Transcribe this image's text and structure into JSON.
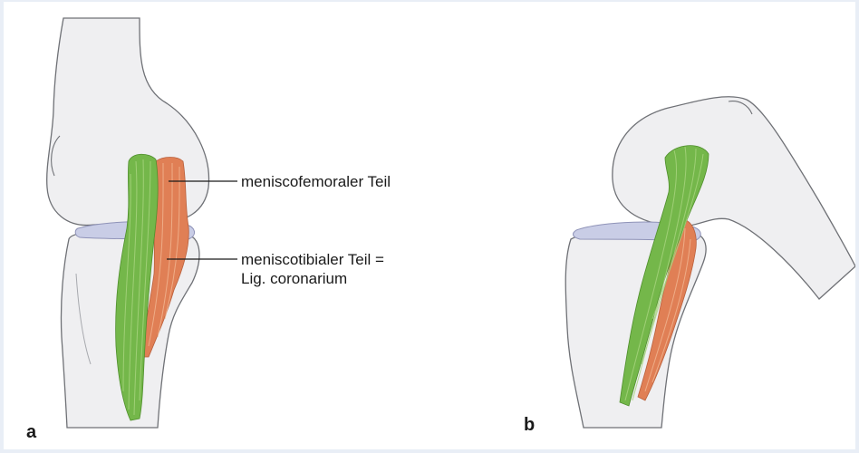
{
  "figure": {
    "colors": {
      "bone_fill": "#efeff1",
      "bone_outline": "#6f7176",
      "meniscus": "#c9cde6",
      "ligament_green": "#74b74a",
      "ligament_green_light": "#a7d47e",
      "ligament_orange": "#e07f55",
      "ligament_orange_light": "#f2b894"
    },
    "panel_a": {
      "letter": "a",
      "labels": {
        "femoral": "meniscofemoraler Teil",
        "tibial_line1": "meniscotibialer Teil =",
        "tibial_line2": "Lig. coronarium"
      }
    },
    "panel_b": {
      "letter": "b"
    }
  }
}
